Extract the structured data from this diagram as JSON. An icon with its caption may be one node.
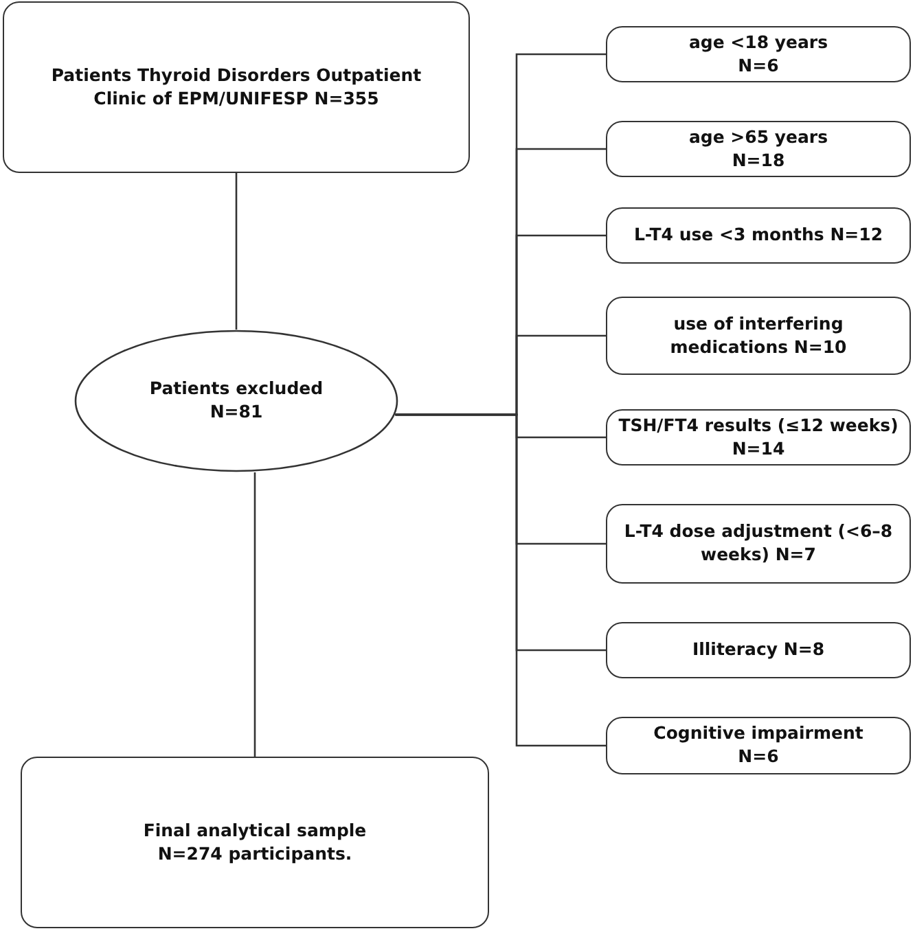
{
  "diagram": {
    "nodes": [
      {
        "text": [
          "Patients  Thyroid Disorders Outpatient Clinic of EPM/UNIFESP N=355"
        ]
      },
      {
        "text": [
          "Patients excluded N=81"
        ]
      },
      {
        "text": [
          "Final analytical sample N=274 participants."
        ]
      },
      {
        "text": [
          "age <18 years N=6"
        ]
      },
      {
        "text": [
          "age >65 years N=18"
        ]
      },
      {
        "text": [
          "L-T4 use <3 months N=12"
        ]
      },
      {
        "text": [
          "use of interfering medications N=10"
        ]
      },
      {
        "text": [
          "TSH/FT4 results (≤12 weeks) N=14"
        ]
      },
      {
        "text": [
          "L-T4 dose adjustment (<6–8 weeks) N=7"
        ]
      },
      {
        "text": [
          "Illiteracy N=8"
        ]
      },
      {
        "text": [
          "Cognitive impairment N=6"
        ]
      }
    ],
    "edges": [
      {
        "from": 0,
        "to": 1,
        "arrow": "none"
      },
      {
        "from": 1,
        "to": 2,
        "arrow": "none"
      },
      {
        "from": 1,
        "to": 3,
        "arrow": "none"
      },
      {
        "from": 1,
        "to": 4,
        "arrow": "none"
      },
      {
        "from": 1,
        "to": 5,
        "arrow": "none"
      },
      {
        "from": 1,
        "to": 6,
        "arrow": "none"
      },
      {
        "from": 1,
        "to": 7,
        "arrow": "none"
      },
      {
        "from": 1,
        "to": 8,
        "arrow": "none"
      },
      {
        "from": 1,
        "to": 9,
        "arrow": "none"
      },
      {
        "from": 1,
        "to": 10,
        "arrow": "none"
      }
    ]
  }
}
